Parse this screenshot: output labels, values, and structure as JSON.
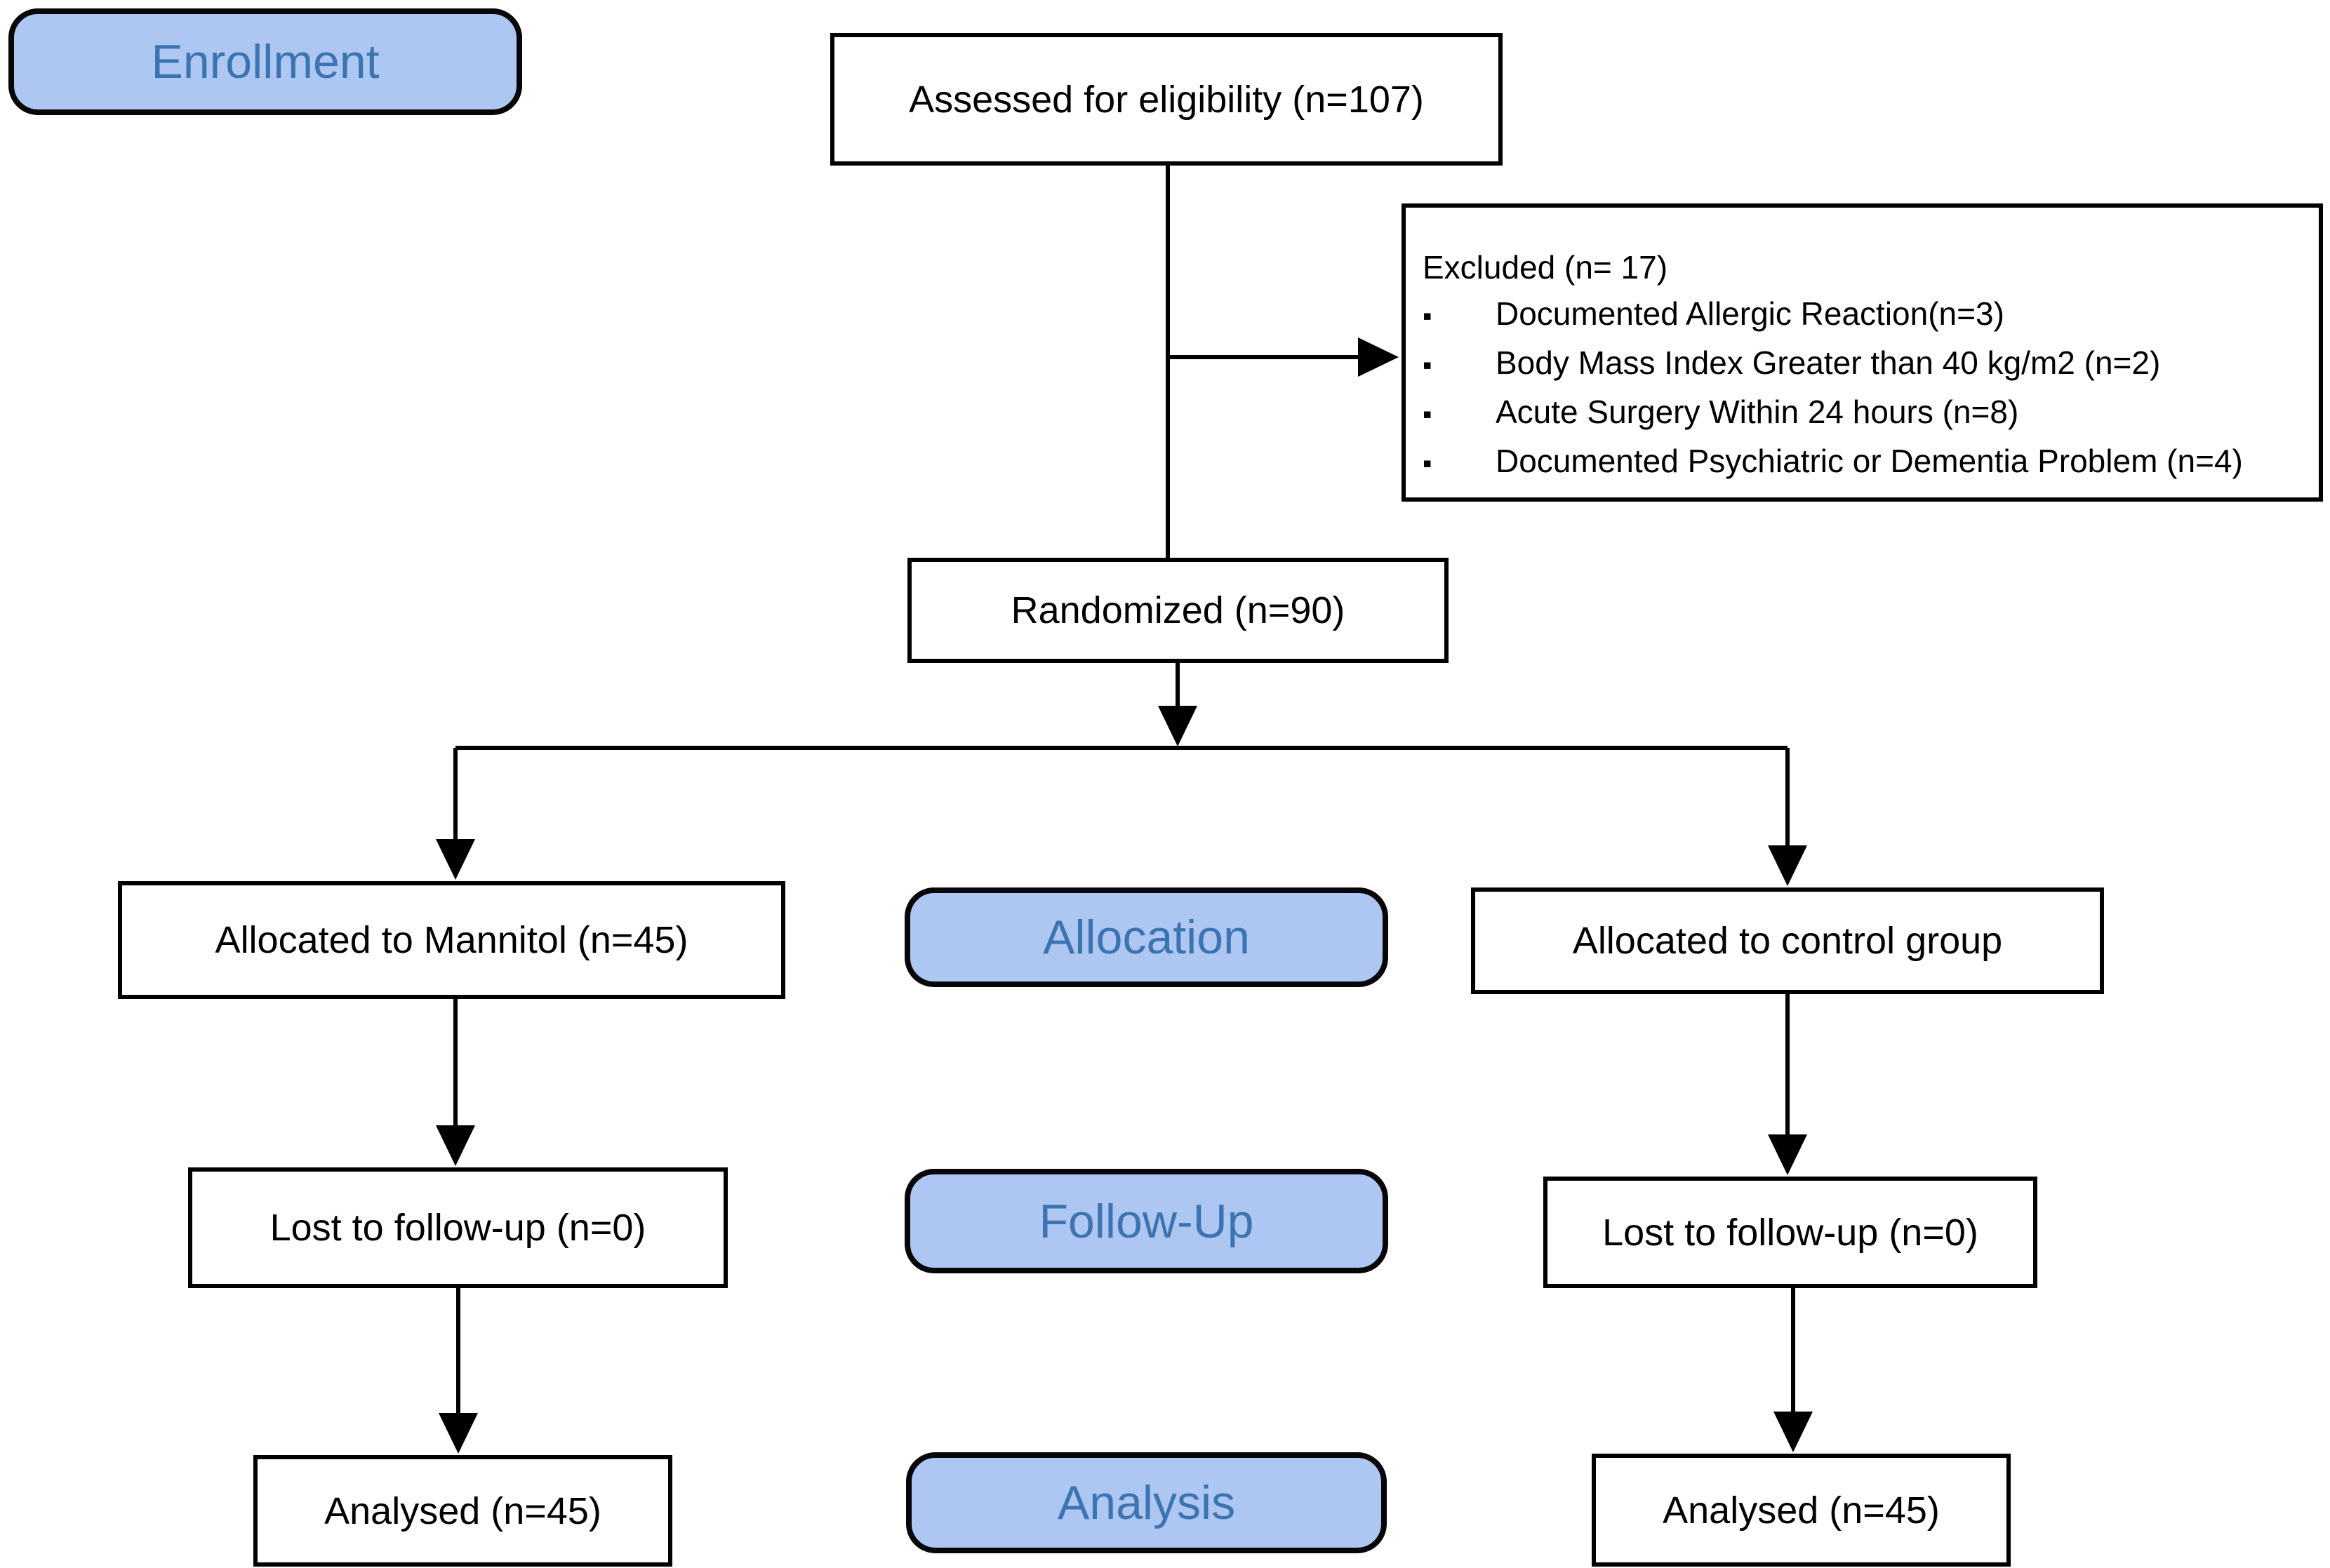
{
  "stages": {
    "enrollment": {
      "label": "Enrollment"
    },
    "allocation": {
      "label": "Allocation"
    },
    "follow_up": {
      "label": "Follow-Up"
    },
    "analysis": {
      "label": "Analysis"
    }
  },
  "boxes": {
    "assessed": {
      "text": "Assessed for eligibility (n=107)"
    },
    "excluded": {
      "title": "Excluded (n= 17)",
      "bullet_glyph": "▪",
      "items": [
        "Documented Allergic Reaction(n=3)",
        "Body Mass Index Greater than 40 kg/m2 (n=2)",
        "Acute Surgery Within 24 hours (n=8)",
        "Documented Psychiatric or Dementia Problem (n=4)"
      ]
    },
    "randomized": {
      "text": "Randomized (n=90)"
    },
    "allocated_mannitol": {
      "text": "Allocated to Mannitol (n=45)"
    },
    "allocated_control": {
      "text": "Allocated to control group"
    },
    "lost_mannitol": {
      "text": "Lost to follow-up (n=0)"
    },
    "lost_control": {
      "text": "Lost to follow-up (n=0)"
    },
    "analysed_mannitol": {
      "text": "Analysed (n=45)"
    },
    "analysed_control": {
      "text": "Analysed (n=45)"
    }
  },
  "colors": {
    "stage_fill": "#aec6f2",
    "stage_text": "#3b74b0",
    "line": "#000000",
    "box_background": "#ffffff",
    "canvas_background": "#ffffff"
  }
}
